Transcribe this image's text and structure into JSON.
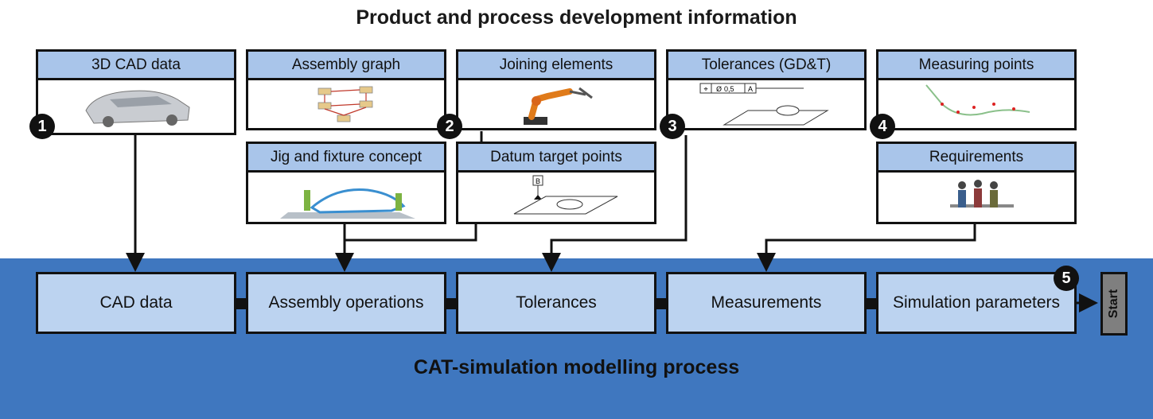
{
  "title": "Product and process development information",
  "process_title": "CAT-simulation modelling process",
  "sources": {
    "cad": "3D CAD data",
    "assembly_graph": "Assembly graph",
    "joining": "Joining elements",
    "tolerances": "Tolerances (GD&T)",
    "measuring": "Measuring points",
    "jig": "Jig and fixture concept",
    "datum": "Datum target points",
    "requirements": "Requirements"
  },
  "steps": {
    "cad": "CAD data",
    "assembly": "Assembly operations",
    "tolerances": "Tolerances",
    "measurements": "Measurements",
    "simulation": "Simulation parameters"
  },
  "badges": [
    "1",
    "2",
    "3",
    "4",
    "5"
  ],
  "start_label": "Start",
  "image_text": {
    "tolerance_value": "0,5",
    "tolerance_ref": "A",
    "datum_label": "B"
  },
  "colors": {
    "band": "#3f77bf",
    "header": "#a9c5ea",
    "step": "#bcd3f0",
    "start": "#7f7f7f"
  }
}
